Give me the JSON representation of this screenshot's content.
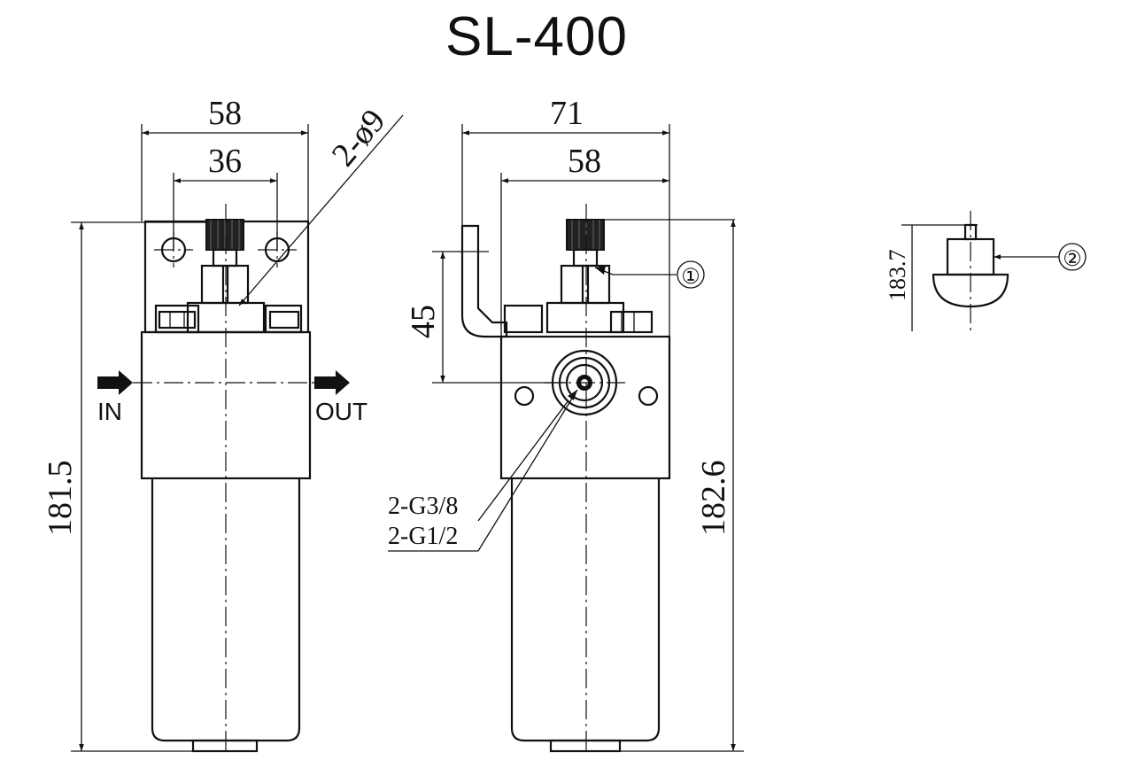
{
  "title": "SL-400",
  "front_view": {
    "dim_overall_width": "58",
    "dim_hole_spacing": "36",
    "dim_hole_callout": "2-ø9",
    "dim_height": "181.5",
    "label_in": "IN",
    "label_out": "OUT",
    "icons": [
      "arrow-right-icon"
    ]
  },
  "side_view": {
    "dim_overall_width": "71",
    "dim_body_width": "58",
    "dim_bracket_height": "45",
    "dim_height": "182.6",
    "port_callout_1": "2-G3/8",
    "port_callout_2": "2-G1/2",
    "balloon_1": "①"
  },
  "detail_view": {
    "dim_height": "183.7",
    "balloon_2": "②"
  }
}
